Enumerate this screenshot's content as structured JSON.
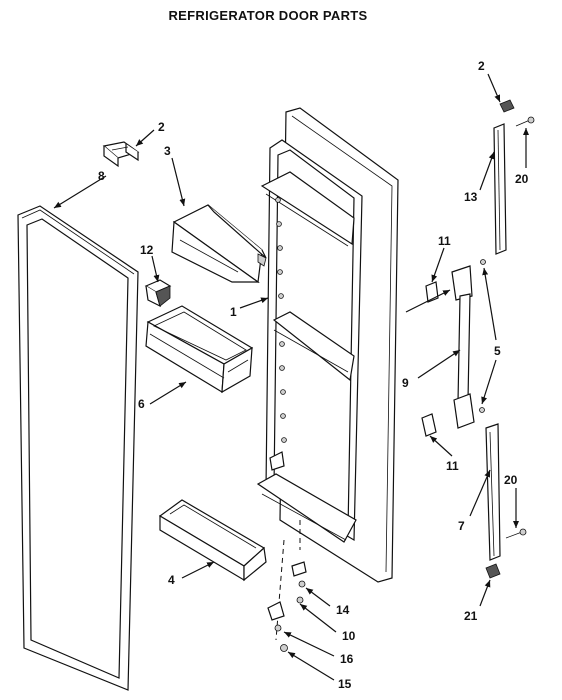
{
  "title": "REFRIGERATOR DOOR PARTS",
  "callouts": [
    "2",
    "3",
    "8",
    "12",
    "1",
    "6",
    "4",
    "2",
    "20",
    "13",
    "11",
    "5",
    "9",
    "11",
    "7",
    "20",
    "21",
    "14",
    "10",
    "16",
    "15"
  ]
}
